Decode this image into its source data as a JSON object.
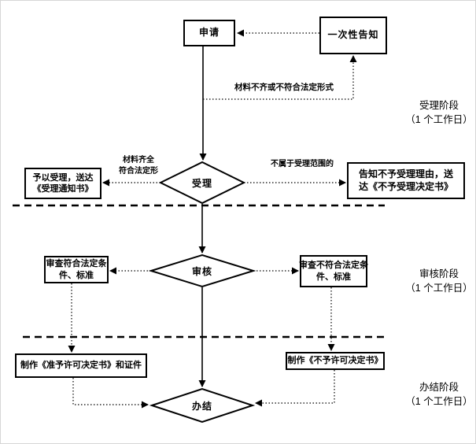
{
  "colors": {
    "line": "#000000",
    "background": "#ffffff",
    "text": "#000000"
  },
  "nodes": {
    "apply": {
      "label": "申请"
    },
    "one_time_notice": {
      "label": "一次性告知"
    },
    "accept": {
      "label": "受理"
    },
    "grant_accept": {
      "lines": [
        "予以受理，送达",
        "《受理通知书》"
      ]
    },
    "reject_accept": {
      "lines": [
        "告知不予受理理由，送",
        "达《不予受理决定书》"
      ]
    },
    "review": {
      "label": "审核"
    },
    "review_pass": {
      "lines": [
        "审查符合法定条",
        "件、标准"
      ]
    },
    "review_fail": {
      "lines": [
        "审查不符合法定条",
        "件、标准"
      ]
    },
    "make_permit": {
      "label": "制作《准予许可决定书》和证件"
    },
    "make_denial": {
      "label": "制作《不予许可决定书》"
    },
    "complete": {
      "label": "办结"
    }
  },
  "edge_labels": {
    "materials_incomplete": "材料不齐或不符合法定形式",
    "materials_complete": {
      "lines": [
        "材料齐全",
        "符合法定形"
      ]
    },
    "out_of_scope": "不属于受理范围的"
  },
  "stages": {
    "accept": {
      "lines": [
        "受理阶段",
        "（1 个工作日）"
      ]
    },
    "review": {
      "lines": [
        "审核阶段",
        "（1 个工作日）"
      ]
    },
    "complete": {
      "lines": [
        "办结阶段",
        "（1 个工作日）"
      ]
    }
  }
}
